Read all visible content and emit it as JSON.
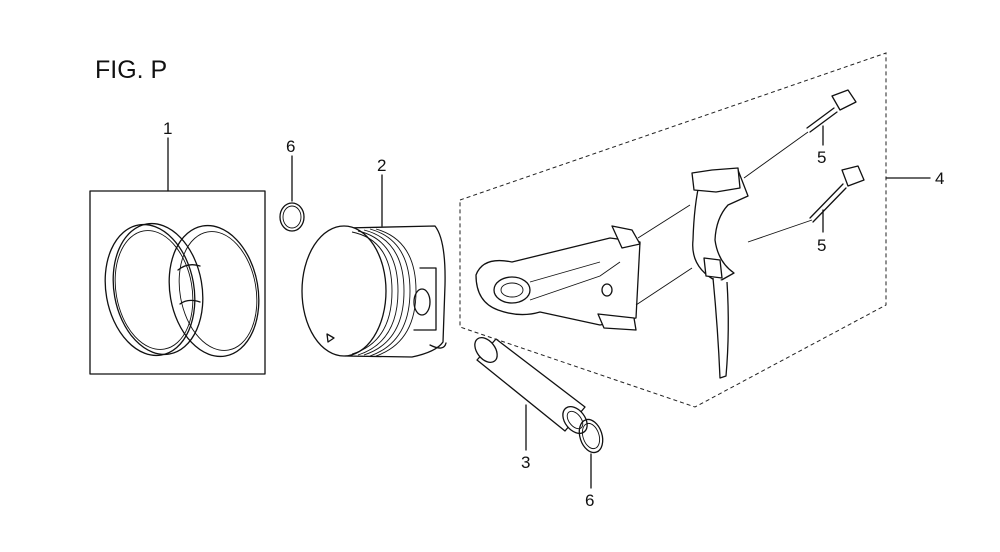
{
  "figure": {
    "title": "FIG. P"
  },
  "callouts": [
    {
      "id": "1",
      "label": "1"
    },
    {
      "id": "2",
      "label": "2"
    },
    {
      "id": "3",
      "label": "3"
    },
    {
      "id": "4",
      "label": "4"
    },
    {
      "id": "5a",
      "label": "5"
    },
    {
      "id": "5b",
      "label": "5"
    },
    {
      "id": "6a",
      "label": "6"
    },
    {
      "id": "6b",
      "label": "6"
    }
  ]
}
